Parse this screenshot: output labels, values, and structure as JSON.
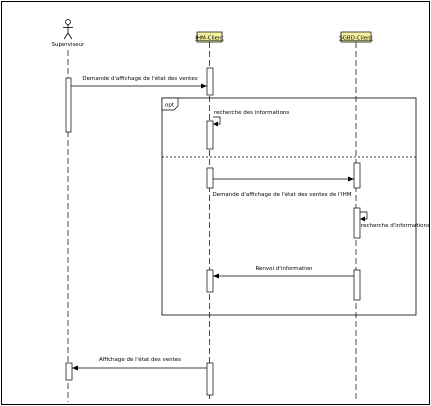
{
  "actor": {
    "name": "Superviseur",
    "icon": "stick-figure-icon"
  },
  "participants": [
    {
      "name": "IHM-Client",
      "fill": "#f4f0a0"
    },
    {
      "name": "SGBD-Client",
      "fill": "#f4f0a0"
    }
  ],
  "fragment": {
    "operator": "opt"
  },
  "messages": [
    {
      "id": "m1",
      "text": "Demande d'affichage de l'état des ventes"
    },
    {
      "id": "m2",
      "text": "recherche des informations"
    },
    {
      "id": "m3",
      "text": "Demande d'affichage de l'état des ventes de l'IHM"
    },
    {
      "id": "m4",
      "text": "recherche d'informations"
    },
    {
      "id": "m5",
      "text": "Renvoi d'information"
    },
    {
      "id": "m6",
      "text": "Affichage de l'état des ventes"
    }
  ],
  "colors": {
    "line": "#000000",
    "participant_fill": "#f4f0a0",
    "activation_fill": "#ffffff"
  }
}
